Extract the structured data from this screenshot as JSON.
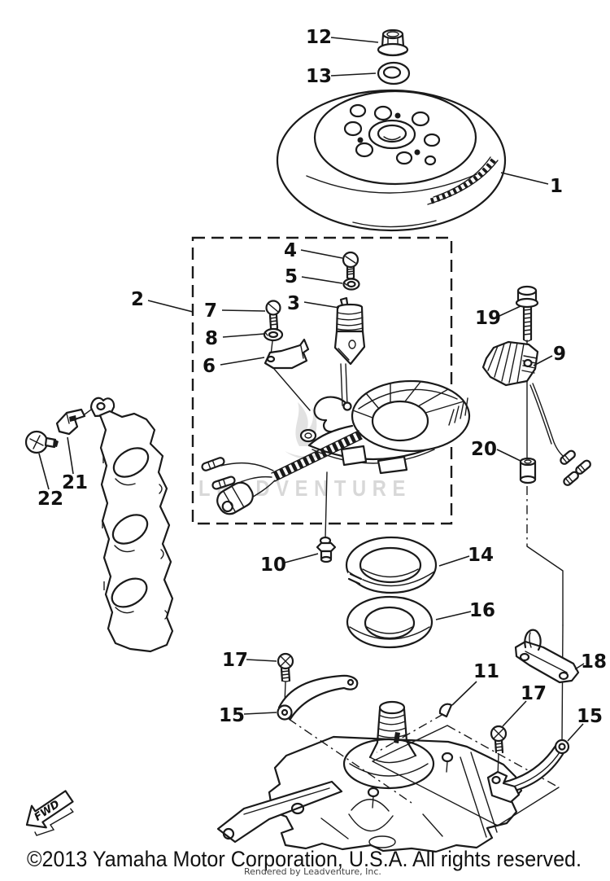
{
  "page": {
    "background": "#ffffff",
    "line_color": "#1a1a1a",
    "watermark_color": "#d8d8d8"
  },
  "watermark": {
    "logo": "flame-icon",
    "text": "LEADVENTURE",
    "note": "Rendered by Leadventure, Inc.",
    "color": "#d8d8d8"
  },
  "footer": {
    "copyright": "©2013 Yamaha Motor Corporation, U.S.A. All rights reserved."
  },
  "fwd": {
    "label": "FWD"
  },
  "callouts": [
    {
      "id": "flywheel",
      "label": "1"
    },
    {
      "id": "magneto-base-box",
      "label": "2"
    },
    {
      "id": "ignition-coil",
      "label": "3"
    },
    {
      "id": "bolt",
      "label": "4"
    },
    {
      "id": "washer",
      "label": "5"
    },
    {
      "id": "bracket",
      "label": "6"
    },
    {
      "id": "screw",
      "label": "7"
    },
    {
      "id": "spring-washer",
      "label": "8"
    },
    {
      "id": "lighting-coil",
      "label": "9"
    },
    {
      "id": "fitting",
      "label": "10"
    },
    {
      "id": "woodruff-key",
      "label": "11"
    },
    {
      "id": "nut",
      "label": "12"
    },
    {
      "id": "flat-washer",
      "label": "13"
    },
    {
      "id": "retainer-ring",
      "label": "14"
    },
    {
      "id": "guide-left",
      "label": "15"
    },
    {
      "id": "guide-right",
      "label": "15"
    },
    {
      "id": "thrust-washer",
      "label": "16"
    },
    {
      "id": "screw-left",
      "label": "17"
    },
    {
      "id": "screw-right",
      "label": "17"
    },
    {
      "id": "anchor-bracket",
      "label": "18"
    },
    {
      "id": "long-bolt",
      "label": "19"
    },
    {
      "id": "spacer",
      "label": "20"
    },
    {
      "id": "clamp",
      "label": "21"
    },
    {
      "id": "block-screw",
      "label": "22"
    }
  ]
}
